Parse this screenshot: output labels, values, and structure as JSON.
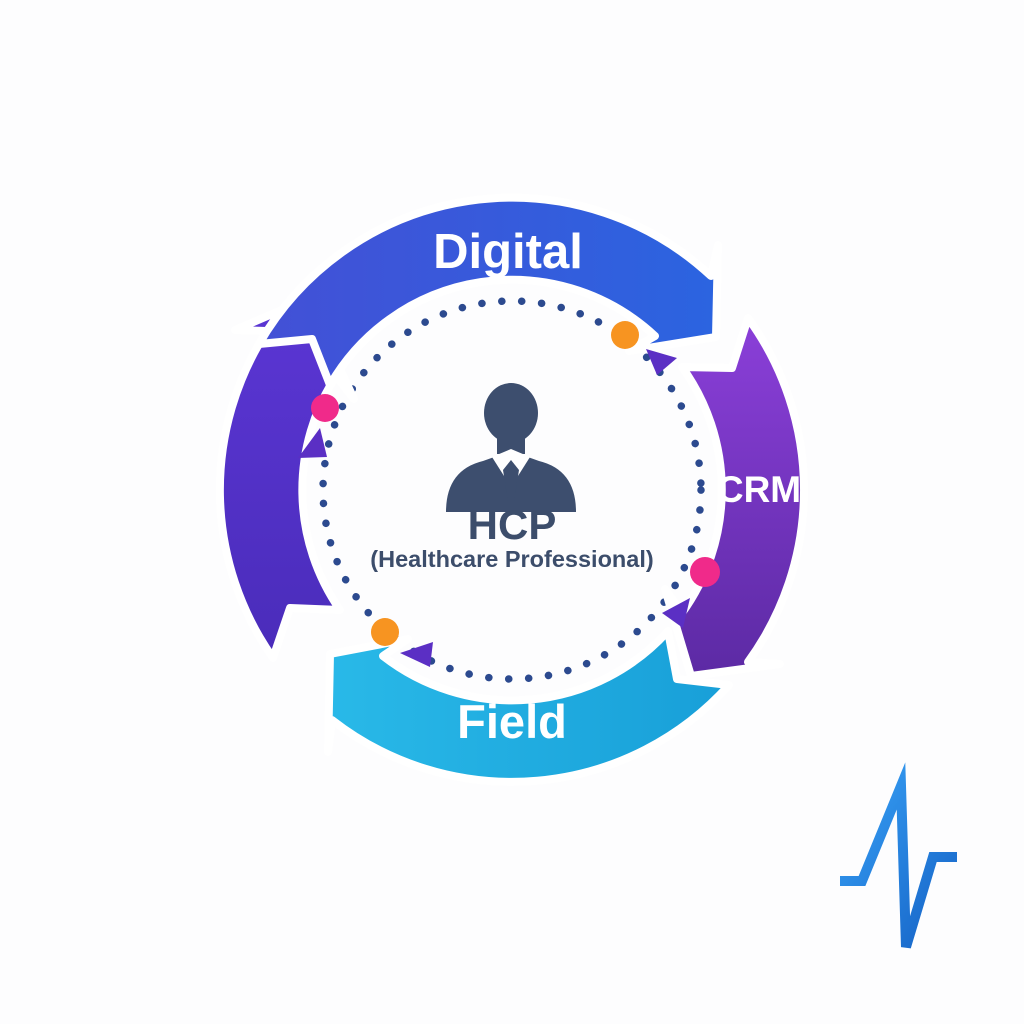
{
  "page": {
    "background": "#fdfdfe"
  },
  "cycle": {
    "center": {
      "title": "HCP",
      "subtitle": "(Healthcare Professional)",
      "icon": "person-icon",
      "icon_color": "#3d4e6e",
      "text_color": "#3c4d6b"
    },
    "label_color": "#ffffff",
    "segments": [
      {
        "id": "digital",
        "label": "Digital",
        "position": "top",
        "direction": "clockwise",
        "color_start": "#4350d6",
        "color_end": "#2b64e0"
      },
      {
        "id": "crm",
        "label": "CRM",
        "position": "right",
        "direction": "clockwise",
        "color_start": "#8b3fd9",
        "color_end": "#5c2aa4"
      },
      {
        "id": "field",
        "label": "Field",
        "position": "bottom",
        "direction": "clockwise",
        "color_start": "#29b9e8",
        "color_end": "#189fd8"
      },
      {
        "id": "return-loop",
        "label": "",
        "position": "left",
        "direction": "clockwise",
        "color_start": "#5b36d4",
        "color_end": "#4a2cba"
      }
    ],
    "inner_ring": {
      "dot_color": "#2c4a8f",
      "arrow_color": "#5b2fc4",
      "markers": [
        {
          "id": "marker-top-right",
          "color": "#f79421"
        },
        {
          "id": "marker-left",
          "color": "#f02a8a"
        },
        {
          "id": "marker-bottom-left",
          "color": "#f79421"
        },
        {
          "id": "marker-right",
          "color": "#f02a8a"
        }
      ]
    }
  },
  "logo": {
    "icon": "pulse-logo-icon",
    "color_start": "#37a0f5",
    "color_end": "#1460c4"
  }
}
